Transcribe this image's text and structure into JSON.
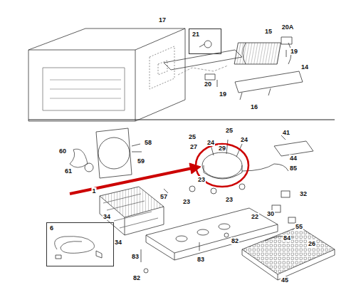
{
  "diagram": {
    "nodes": [
      {
        "text": [
          "21"
        ]
      },
      {
        "text": [
          "6"
        ]
      }
    ],
    "labels": [
      "17",
      "15",
      "20A",
      "19",
      "20",
      "19",
      "14",
      "16",
      "25",
      "25",
      "24",
      "24",
      "27",
      "29",
      "41",
      "44",
      "60",
      "58",
      "59",
      "61",
      "23",
      "23",
      "23",
      "85",
      "57",
      "22",
      "1",
      "34",
      "34",
      "30",
      "55",
      "32",
      "84",
      "26",
      "82",
      "82",
      "83",
      "83",
      "45"
    ]
  }
}
